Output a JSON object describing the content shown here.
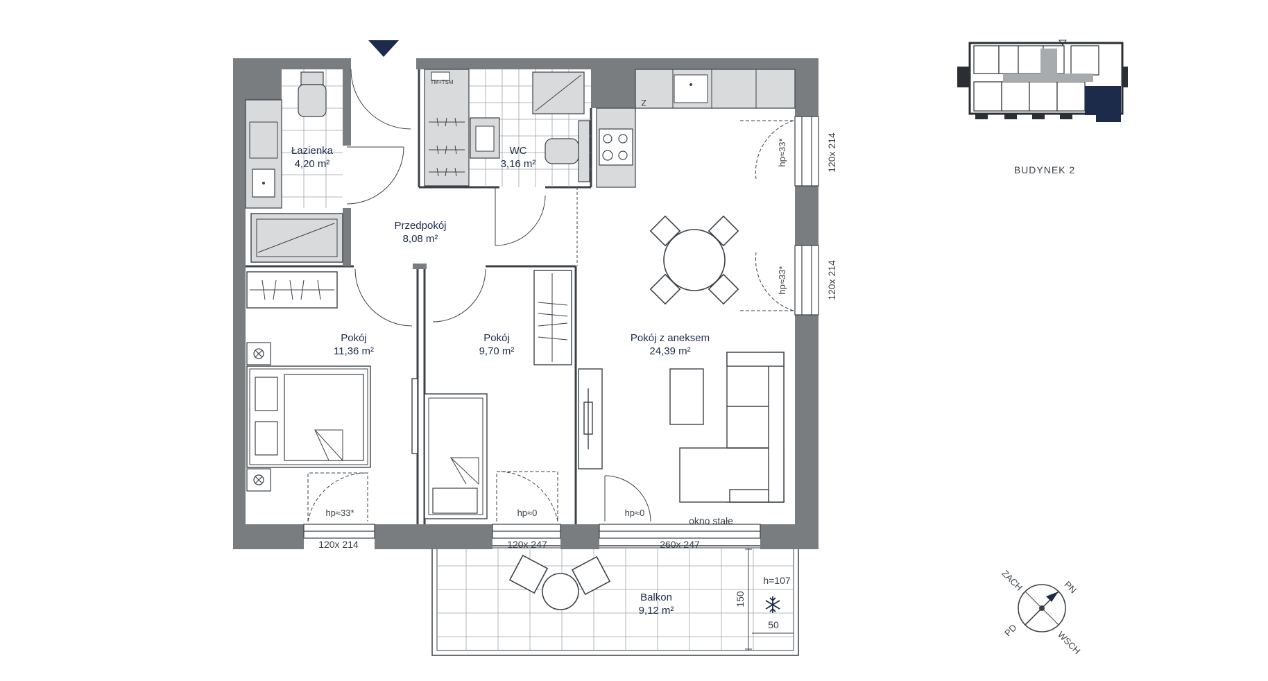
{
  "colors": {
    "wall": "#7a7d80",
    "wall_dark": "#6c6f72",
    "fixture": "#d9dadb",
    "line": "#3b4147",
    "room_label": "#1c2b4a",
    "accent": "#1c2b4a"
  },
  "rooms": [
    {
      "name": "Łazienka",
      "area": "4,20 m²"
    },
    {
      "name": "WC",
      "area": "3,16 m²"
    },
    {
      "name": "Przedpokój",
      "area": "8,08 m²"
    },
    {
      "name": "Pokój",
      "area": "11,36 m²"
    },
    {
      "name": "Pokój",
      "area": "9,70 m²"
    },
    {
      "name": "Pokój z aneksem",
      "area": "24,39 m²"
    },
    {
      "name": "Balkon",
      "area": "9,12 m²"
    }
  ],
  "windows": {
    "east_top": "120x 214",
    "east_bottom": "120x 214",
    "south_left": "120x 214",
    "south_middle": "120x 247",
    "south_right": "260x 247"
  },
  "sill_heights": {
    "east_top": "hp≈33*",
    "east_bottom": "hp≈33*",
    "room_left": "hp≈33*",
    "room_middle": "hp≈0",
    "living": "hp≈0"
  },
  "notes": {
    "fixed_window": "okno stałe",
    "washer_dryer": "TM+TSM",
    "fridge_mark": "Z"
  },
  "balcony": {
    "railing_height": "h=107",
    "dim_vertical": "150",
    "dim_horizontal": "50",
    "ac_icon": "snowflake-icon"
  },
  "key_plan": {
    "label": "BUDYNEK 2"
  },
  "compass": {
    "north_east": "PN",
    "north_west": "ZACH",
    "south_east": "WSCH",
    "south_west": "PD"
  },
  "entrance_marker": "triangle-down-icon"
}
